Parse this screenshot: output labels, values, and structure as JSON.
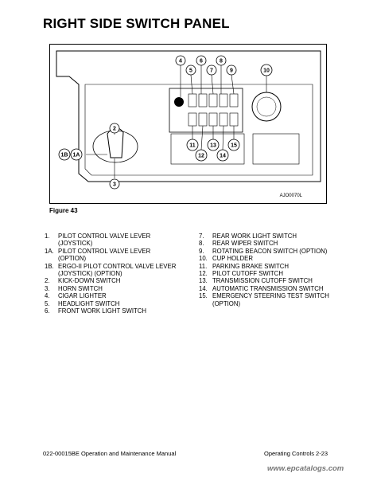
{
  "page": {
    "title": "RIGHT SIDE SWITCH PANEL",
    "figure_code": "AJO0070L",
    "figure_caption": "Figure 43",
    "callouts": [
      "4",
      "6",
      "8",
      "5",
      "7",
      "9",
      "10",
      "2",
      "1B",
      "1A",
      "3",
      "11",
      "13",
      "15",
      "12",
      "14"
    ],
    "legend_left": [
      {
        "num": "1.",
        "lines": [
          "PILOT CONTROL VALVE LEVER",
          "(JOYSTICK)"
        ]
      },
      {
        "num": "1A.",
        "lines": [
          "PILOT CONTROL VALVE LEVER",
          "(OPTION)"
        ]
      },
      {
        "num": "1B.",
        "lines": [
          "ERGO-II PILOT CONTROL VALVE LEVER",
          "(JOYSTICK) (OPTION)"
        ]
      },
      {
        "num": "2.",
        "lines": [
          "KICK-DOWN SWITCH"
        ]
      },
      {
        "num": "3.",
        "lines": [
          "HORN SWITCH"
        ]
      },
      {
        "num": "4.",
        "lines": [
          "CIGAR LIGHTER"
        ]
      },
      {
        "num": "5.",
        "lines": [
          "HEADLIGHT SWITCH"
        ]
      },
      {
        "num": "6.",
        "lines": [
          "FRONT WORK LIGHT SWITCH"
        ]
      }
    ],
    "legend_right": [
      {
        "num": "7.",
        "lines": [
          "REAR WORK LIGHT SWITCH"
        ]
      },
      {
        "num": "8.",
        "lines": [
          "REAR WIPER SWITCH"
        ]
      },
      {
        "num": "9.",
        "lines": [
          "ROTATING BEACON SWITCH (OPTION)"
        ]
      },
      {
        "num": "10.",
        "lines": [
          "CUP HOLDER"
        ]
      },
      {
        "num": "11.",
        "lines": [
          "PARKING BRAKE SWITCH"
        ]
      },
      {
        "num": "12.",
        "lines": [
          "PILOT CUTOFF SWITCH"
        ]
      },
      {
        "num": "13.",
        "lines": [
          "TRANSMISSION CUTOFF SWITCH"
        ]
      },
      {
        "num": "14.",
        "lines": [
          "AUTOMATIC TRANSMISSION SWITCH"
        ]
      },
      {
        "num": "15.",
        "lines": [
          "EMERGENCY STEERING TEST SWITCH",
          "(OPTION)"
        ]
      }
    ],
    "footer_left": "022-00015BE Operation and Maintenance Manual",
    "footer_right": "Operating Controls 2-23",
    "watermark": "www.epcatalogs.com"
  }
}
